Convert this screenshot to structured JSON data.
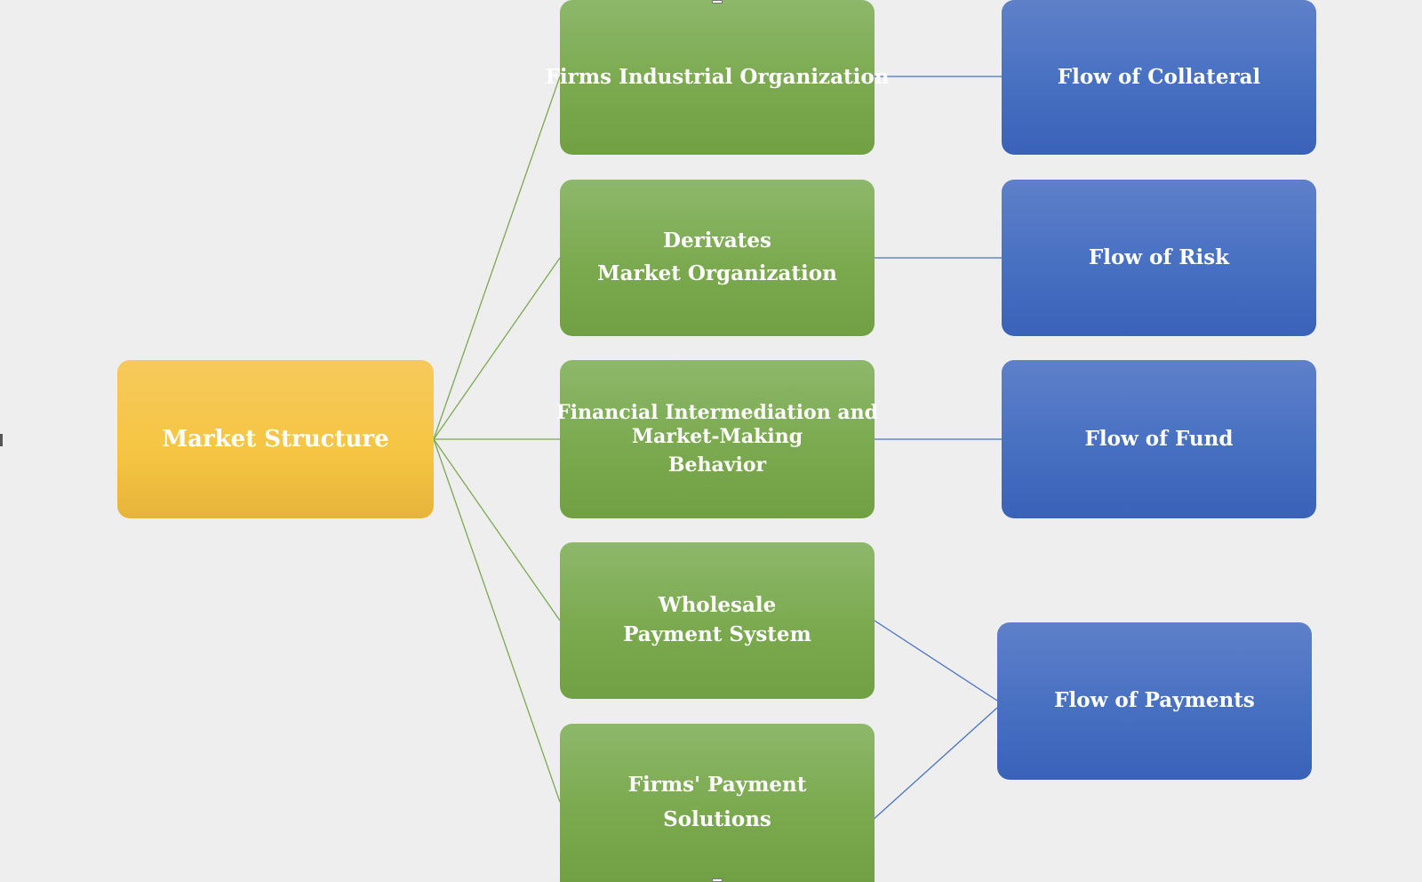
{
  "diagram": {
    "root": {
      "label": "Market Structure"
    },
    "middle": [
      {
        "lines": [
          "Firms Industrial Organization"
        ]
      },
      {
        "lines": [
          "Derivates",
          "Market Organization"
        ]
      },
      {
        "lines": [
          "Financial Intermediation and",
          "Market-Making",
          "Behavior"
        ]
      },
      {
        "lines": [
          "Wholesale",
          "Payment System"
        ]
      },
      {
        "lines": [
          "Firms' Payment",
          "Solutions"
        ]
      }
    ],
    "flows": [
      {
        "label": "Flow of Collateral"
      },
      {
        "label": "Flow of Risk"
      },
      {
        "label": "Flow of Fund"
      },
      {
        "label": "Flow of Payments"
      }
    ],
    "colors": {
      "root": "#f5c542",
      "middle": "#7ba94f",
      "flow": "#4770c2",
      "green_connector": "#7ba94f",
      "blue_connector": "#4a72c4",
      "background": "#eeeeee"
    }
  }
}
